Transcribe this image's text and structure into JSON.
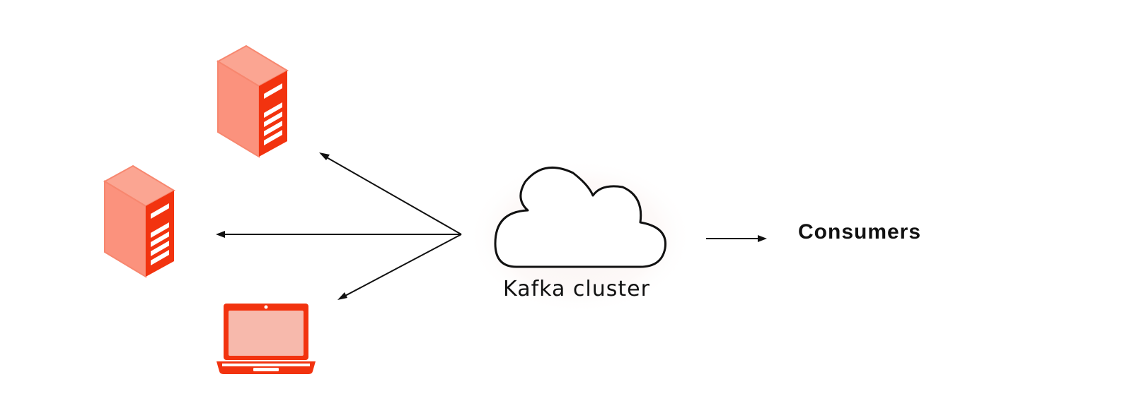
{
  "diagram": {
    "cloud_label": "Kafka cluster",
    "consumers_label": "Consumers",
    "nodes": [
      {
        "id": "server-top",
        "icon": "server-icon"
      },
      {
        "id": "server-left",
        "icon": "server-icon"
      },
      {
        "id": "laptop",
        "icon": "laptop-icon"
      },
      {
        "id": "kafka-cluster",
        "icon": "cloud-icon"
      }
    ],
    "colors": {
      "server_front": "#fb927d",
      "server_top": "#fba592",
      "server_side": "#f2330f",
      "laptop_frame": "#f2330f",
      "laptop_screen": "#f7b9ac",
      "lines": "#111111"
    }
  }
}
